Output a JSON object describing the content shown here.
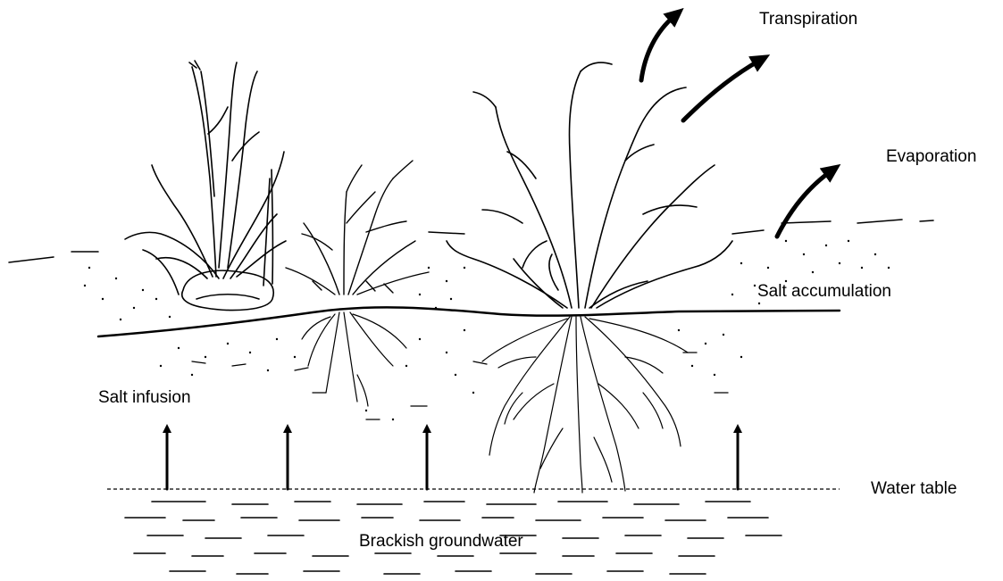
{
  "labels": {
    "transpiration": "Transpiration",
    "evaporation": "Evaporation",
    "salt_accumulation": "Salt accumulation",
    "salt_infusion": "Salt infusion",
    "water_table": "Water table",
    "brackish_groundwater": "Brackish groundwater"
  },
  "colors": {
    "ink": "#000000",
    "background": "#ffffff"
  }
}
